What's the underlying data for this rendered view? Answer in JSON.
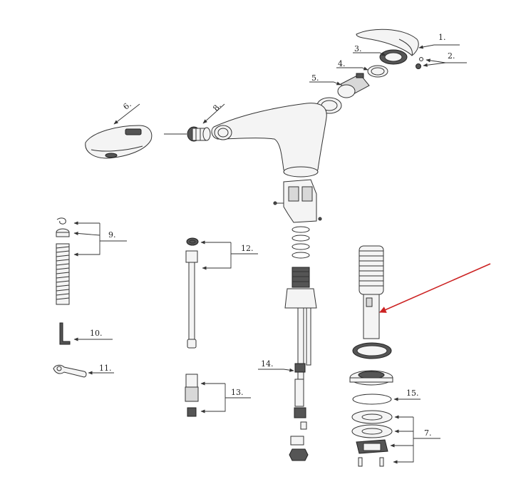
{
  "labels": {
    "l1": "1.",
    "l2": "2.",
    "l3": "3.",
    "l4": "4.",
    "l5": "5.",
    "l6": "6.",
    "l7": "7.",
    "l8": "8.",
    "l9": "9.",
    "l10": "10.",
    "l11": "11.",
    "l12": "12.",
    "l13": "13.",
    "l14": "14.",
    "l15": "15."
  },
  "colors": {
    "line": "#333333",
    "highlight_arrow": "#cc2222",
    "background": "#ffffff"
  }
}
